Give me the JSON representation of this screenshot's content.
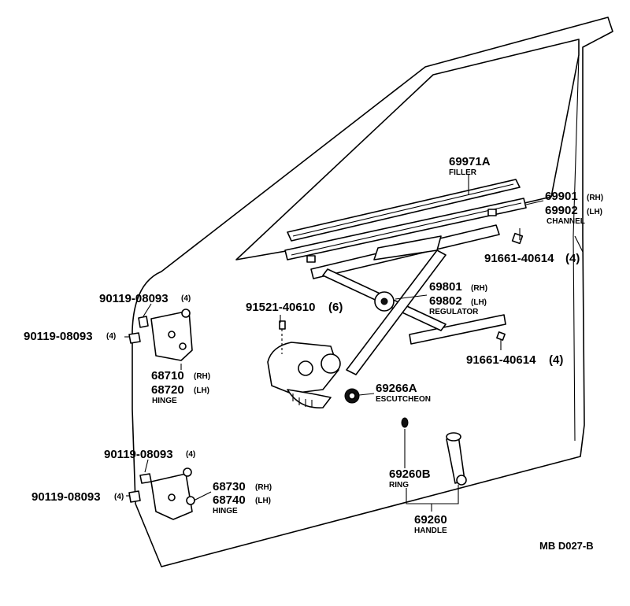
{
  "diagram": {
    "code": "MB D027-B",
    "labels": {
      "filler_num": "69971A",
      "filler_name": "FILLER",
      "channel_rh": "69901",
      "channel_rh_tag": "(RH)",
      "channel_lh": "69902",
      "channel_lh_tag": "(LH)",
      "channel_name": "CHANNEL",
      "bolt_channel": "91661-40614",
      "bolt_channel_qty": "(4)",
      "reg_rh": "69801",
      "reg_rh_tag": "(RH)",
      "reg_lh": "69802",
      "reg_lh_tag": "(LH)",
      "reg_name": "REGULATOR",
      "bolt_regulator": "91521-40610",
      "bolt_regulator_qty": "(6)",
      "bolt_regulator2": "91661-40614",
      "bolt_regulator2_qty": "(4)",
      "escutcheon_num": "69266A",
      "escutcheon_name": "ESCUTCHEON",
      "ring_num": "69260B",
      "ring_name": "RING",
      "handle_num": "69260",
      "handle_name": "HANDLE",
      "upper_bolt_a": "90119-08093",
      "upper_bolt_a_qty": "(4)",
      "upper_bolt_b": "90119-08093",
      "upper_bolt_b_qty": "(4)",
      "upper_hinge_rh": "68710",
      "upper_hinge_rh_tag": "(RH)",
      "upper_hinge_lh": "68720",
      "upper_hinge_lh_tag": "(LH)",
      "upper_hinge_name": "HINGE",
      "lower_bolt_a": "90119-08093",
      "lower_bolt_a_qty": "(4)",
      "lower_bolt_b": "90119-08093",
      "lower_bolt_b_qty": "(4)",
      "lower_hinge_rh": "68730",
      "lower_hinge_rh_tag": "(RH)",
      "lower_hinge_lh": "68740",
      "lower_hinge_lh_tag": "(LH)",
      "lower_hinge_name": "HINGE"
    }
  }
}
